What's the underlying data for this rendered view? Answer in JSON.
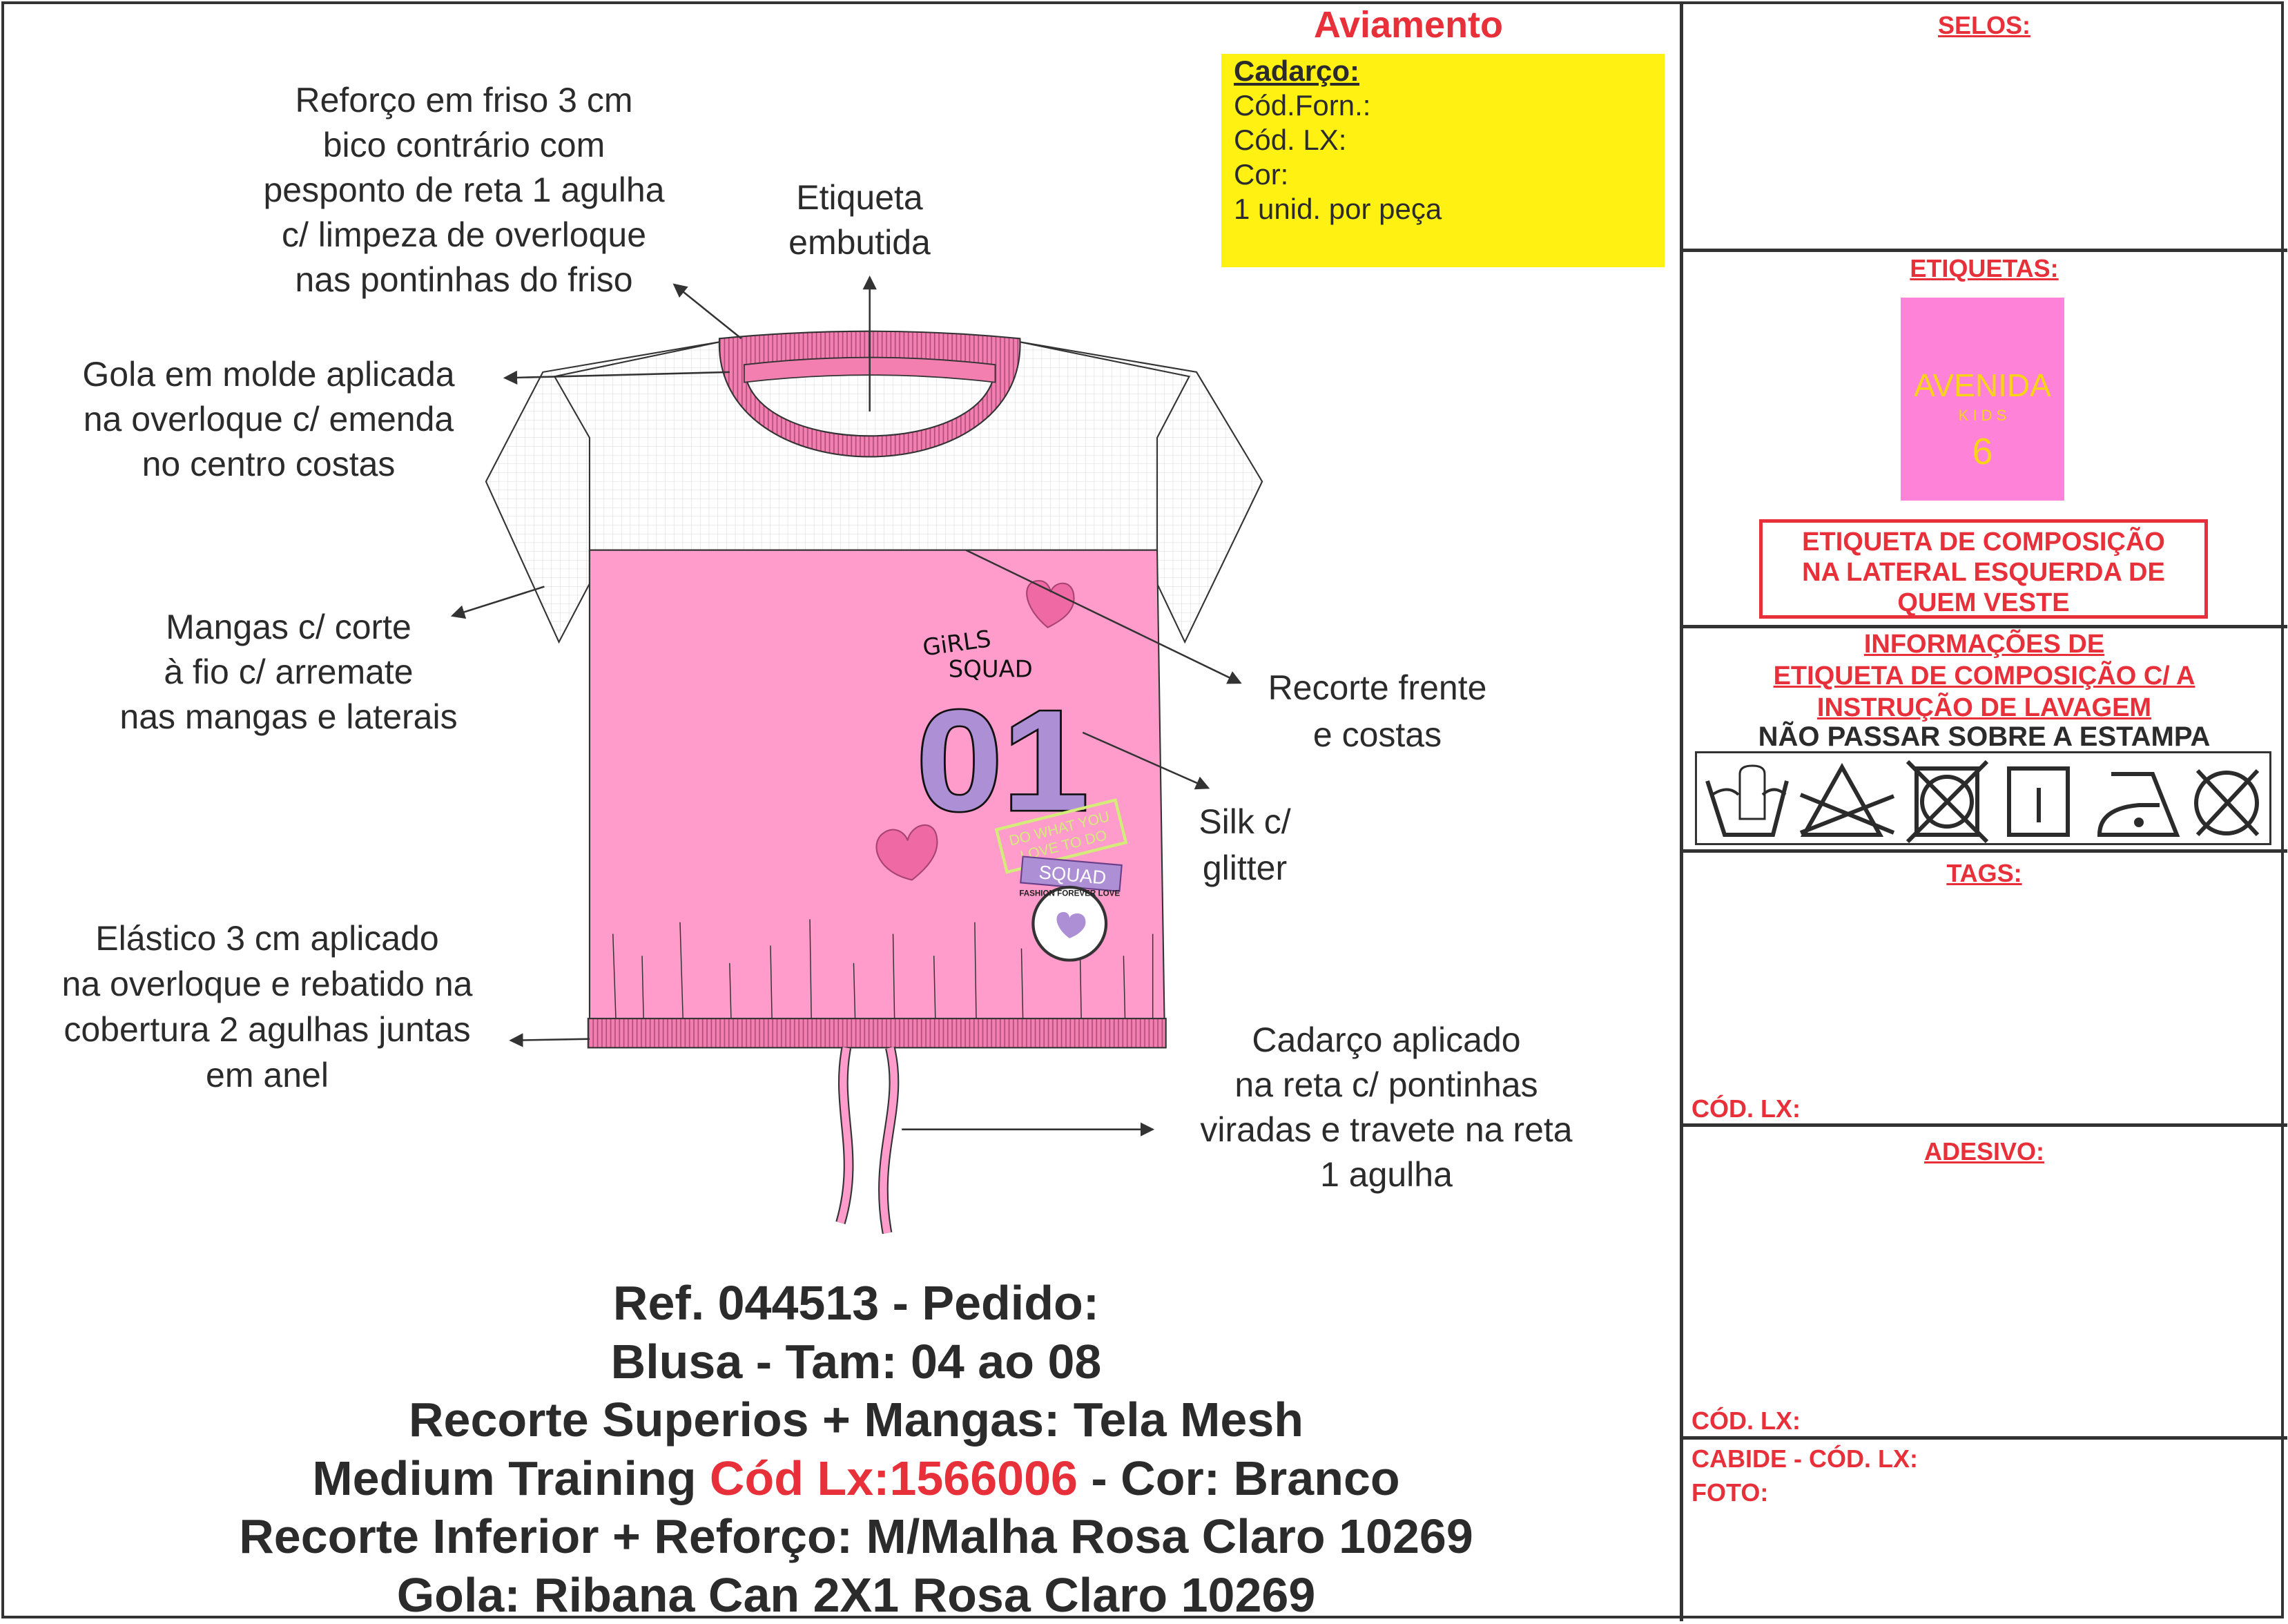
{
  "annotations": {
    "reforco": [
      "Reforço em friso 3 cm",
      "bico contrário com",
      "pesponto de reta 1 agulha",
      "c/ limpeza de overloque",
      "nas pontinhas do friso"
    ],
    "etiqueta": [
      "Etiqueta",
      "embutida"
    ],
    "gola": [
      "Gola em molde aplicada",
      "na overloque c/ emenda",
      "no centro costas"
    ],
    "mangas": [
      "Mangas c/ corte",
      "à fio c/ arremate",
      "nas mangas e laterais"
    ],
    "recorte": [
      "Recorte frente",
      "e costas"
    ],
    "silk": [
      "Silk c/",
      "glitter"
    ],
    "elastico": [
      "Elástico 3 cm aplicado",
      "na overloque e rebatido na",
      "cobertura 2 agulhas juntas",
      "em  anel"
    ],
    "cadarco": [
      "Cadarço aplicado",
      "na reta c/ pontinhas",
      "viradas e travete na reta",
      "1 agulha"
    ]
  },
  "print": {
    "girls": "GiRLS",
    "squad_script": "SQUAD",
    "number": "01",
    "badge_line1": "DO WHAT YOU",
    "badge_line2": "LOVE TO DO",
    "squad_patch": "SQUAD",
    "circle_text": "FASHION FOREVER LOVE"
  },
  "aviamento": {
    "title": "Aviamento",
    "heading": "Cadarço:",
    "lines": [
      "Cód.Forn.:",
      "Cód. LX:",
      "Cor:",
      "1 unid. por peça"
    ]
  },
  "panel": {
    "selos": "SELOS:",
    "etiquetas": "ETIQUETAS:",
    "brand_label": {
      "name": "AVENIDA",
      "sub": "K I D S",
      "size": "6"
    },
    "composicao": [
      "ETIQUETA DE COMPOSIÇÃO",
      "NA LATERAL ESQUERDA DE",
      "QUEM VESTE"
    ],
    "info": [
      "INFORMAÇÕES DE",
      "ETIQUETA DE COMPOSIÇÃO C/ A",
      "INSTRUÇÃO DE LAVAGEM"
    ],
    "warning": "NÃO PASSAR SOBRE A ESTAMPA",
    "care_icons": [
      "hand-wash-icon",
      "no-bleach-icon",
      "no-tumble-dry-icon",
      "line-dry-icon",
      "iron-low-icon",
      "no-dry-clean-icon"
    ],
    "tags": "TAGS:",
    "cod_lx_1": "CÓD. LX:",
    "adesivo": "ADESIVO:",
    "cod_lx_2": "CÓD. LX:",
    "cabide": "CABIDE - CÓD. LX:",
    "foto": "FOTO:"
  },
  "spec": {
    "line1": "Ref. 044513 - Pedido:",
    "line2": "Blusa - Tam: 04 ao 08",
    "line3": "Recorte Superios + Mangas: Tela Mesh",
    "line4_a": "Medium Training ",
    "line4_code": "Cód Lx:1566006",
    "line4_b": " - Cor: Branco",
    "line5": "Recorte Inferior + Reforço: M/Malha Rosa Claro 10269",
    "line6": "Gola: Ribana Can 2X1 Rosa Claro 10269"
  },
  "colors": {
    "accent_red": "#e8303a",
    "yellow": "#fff212",
    "shirt_pink": "#ff9ccb",
    "label_pink": "#ff82d9",
    "print_purple": "#ad8fd6"
  }
}
